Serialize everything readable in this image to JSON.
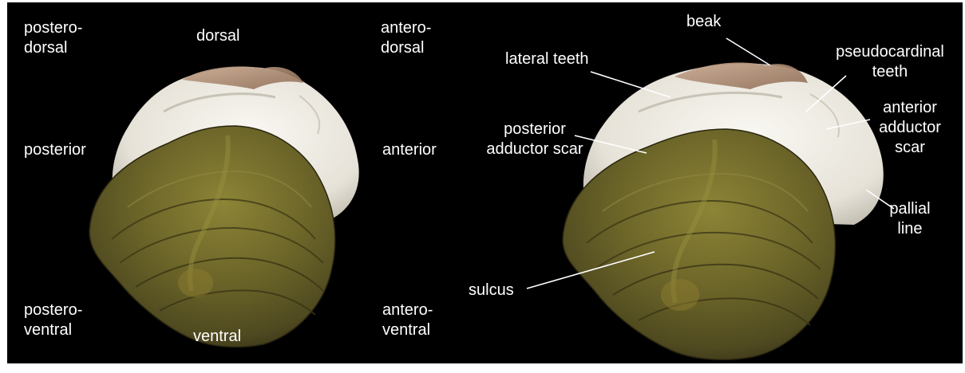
{
  "orientation_labels": {
    "postero_dorsal": [
      "postero-",
      "dorsal"
    ],
    "dorsal": "dorsal",
    "antero_dorsal": [
      "antero-",
      "dorsal"
    ],
    "posterior": "posterior",
    "anterior": "anterior",
    "postero_ventral": [
      "postero-",
      "ventral"
    ],
    "ventral": "ventral",
    "antero_ventral": [
      "antero-",
      "ventral"
    ]
  },
  "anatomy_labels": {
    "beak": "beak",
    "lateral_teeth": "lateral teeth",
    "pseudocardinal_teeth": [
      "pseudocardinal",
      "teeth"
    ],
    "posterior_adductor_scar": [
      "posterior",
      "adductor scar"
    ],
    "anterior_adductor_scar": [
      "anterior",
      "adductor",
      "scar"
    ],
    "pallial_line": [
      "pallial",
      "line"
    ],
    "sulcus": "sulcus"
  },
  "colors": {
    "background": "#000000",
    "label_text": "#ffffff",
    "nacre": "#ece9e1",
    "periostracum": "#6f6a2a",
    "leader_line": "#ffffff"
  }
}
